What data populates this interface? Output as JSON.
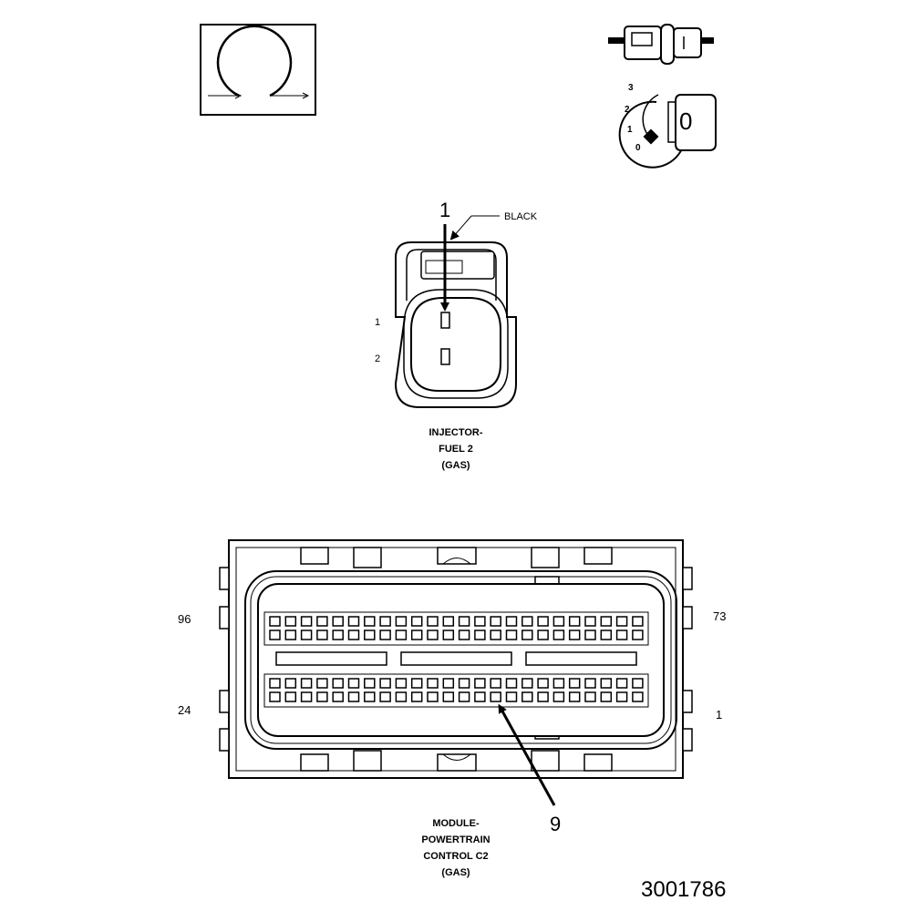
{
  "icons": {
    "key_off_symbol": "key-off-omega-icon",
    "connector_disconnect": "connector-disconnect-icon",
    "ignition_key": "ignition-key-icon"
  },
  "ignition": {
    "positions": [
      "3",
      "2",
      "1",
      "0"
    ],
    "key_label": "0"
  },
  "injector_connector": {
    "callout_number": "1",
    "color_label": "BLACK",
    "pin_labels": [
      "1",
      "2"
    ],
    "caption": [
      "INJECTOR-",
      "FUEL 2",
      "(GAS)"
    ]
  },
  "pcm_connector": {
    "corner_pins": {
      "top_left": "96",
      "top_right": "73",
      "bottom_left": "24",
      "bottom_right": "1"
    },
    "callout_number": "9",
    "caption": [
      "MODULE-",
      "POWERTRAIN",
      "CONTROL C2",
      "(GAS)"
    ]
  },
  "figure_number": "3001786"
}
